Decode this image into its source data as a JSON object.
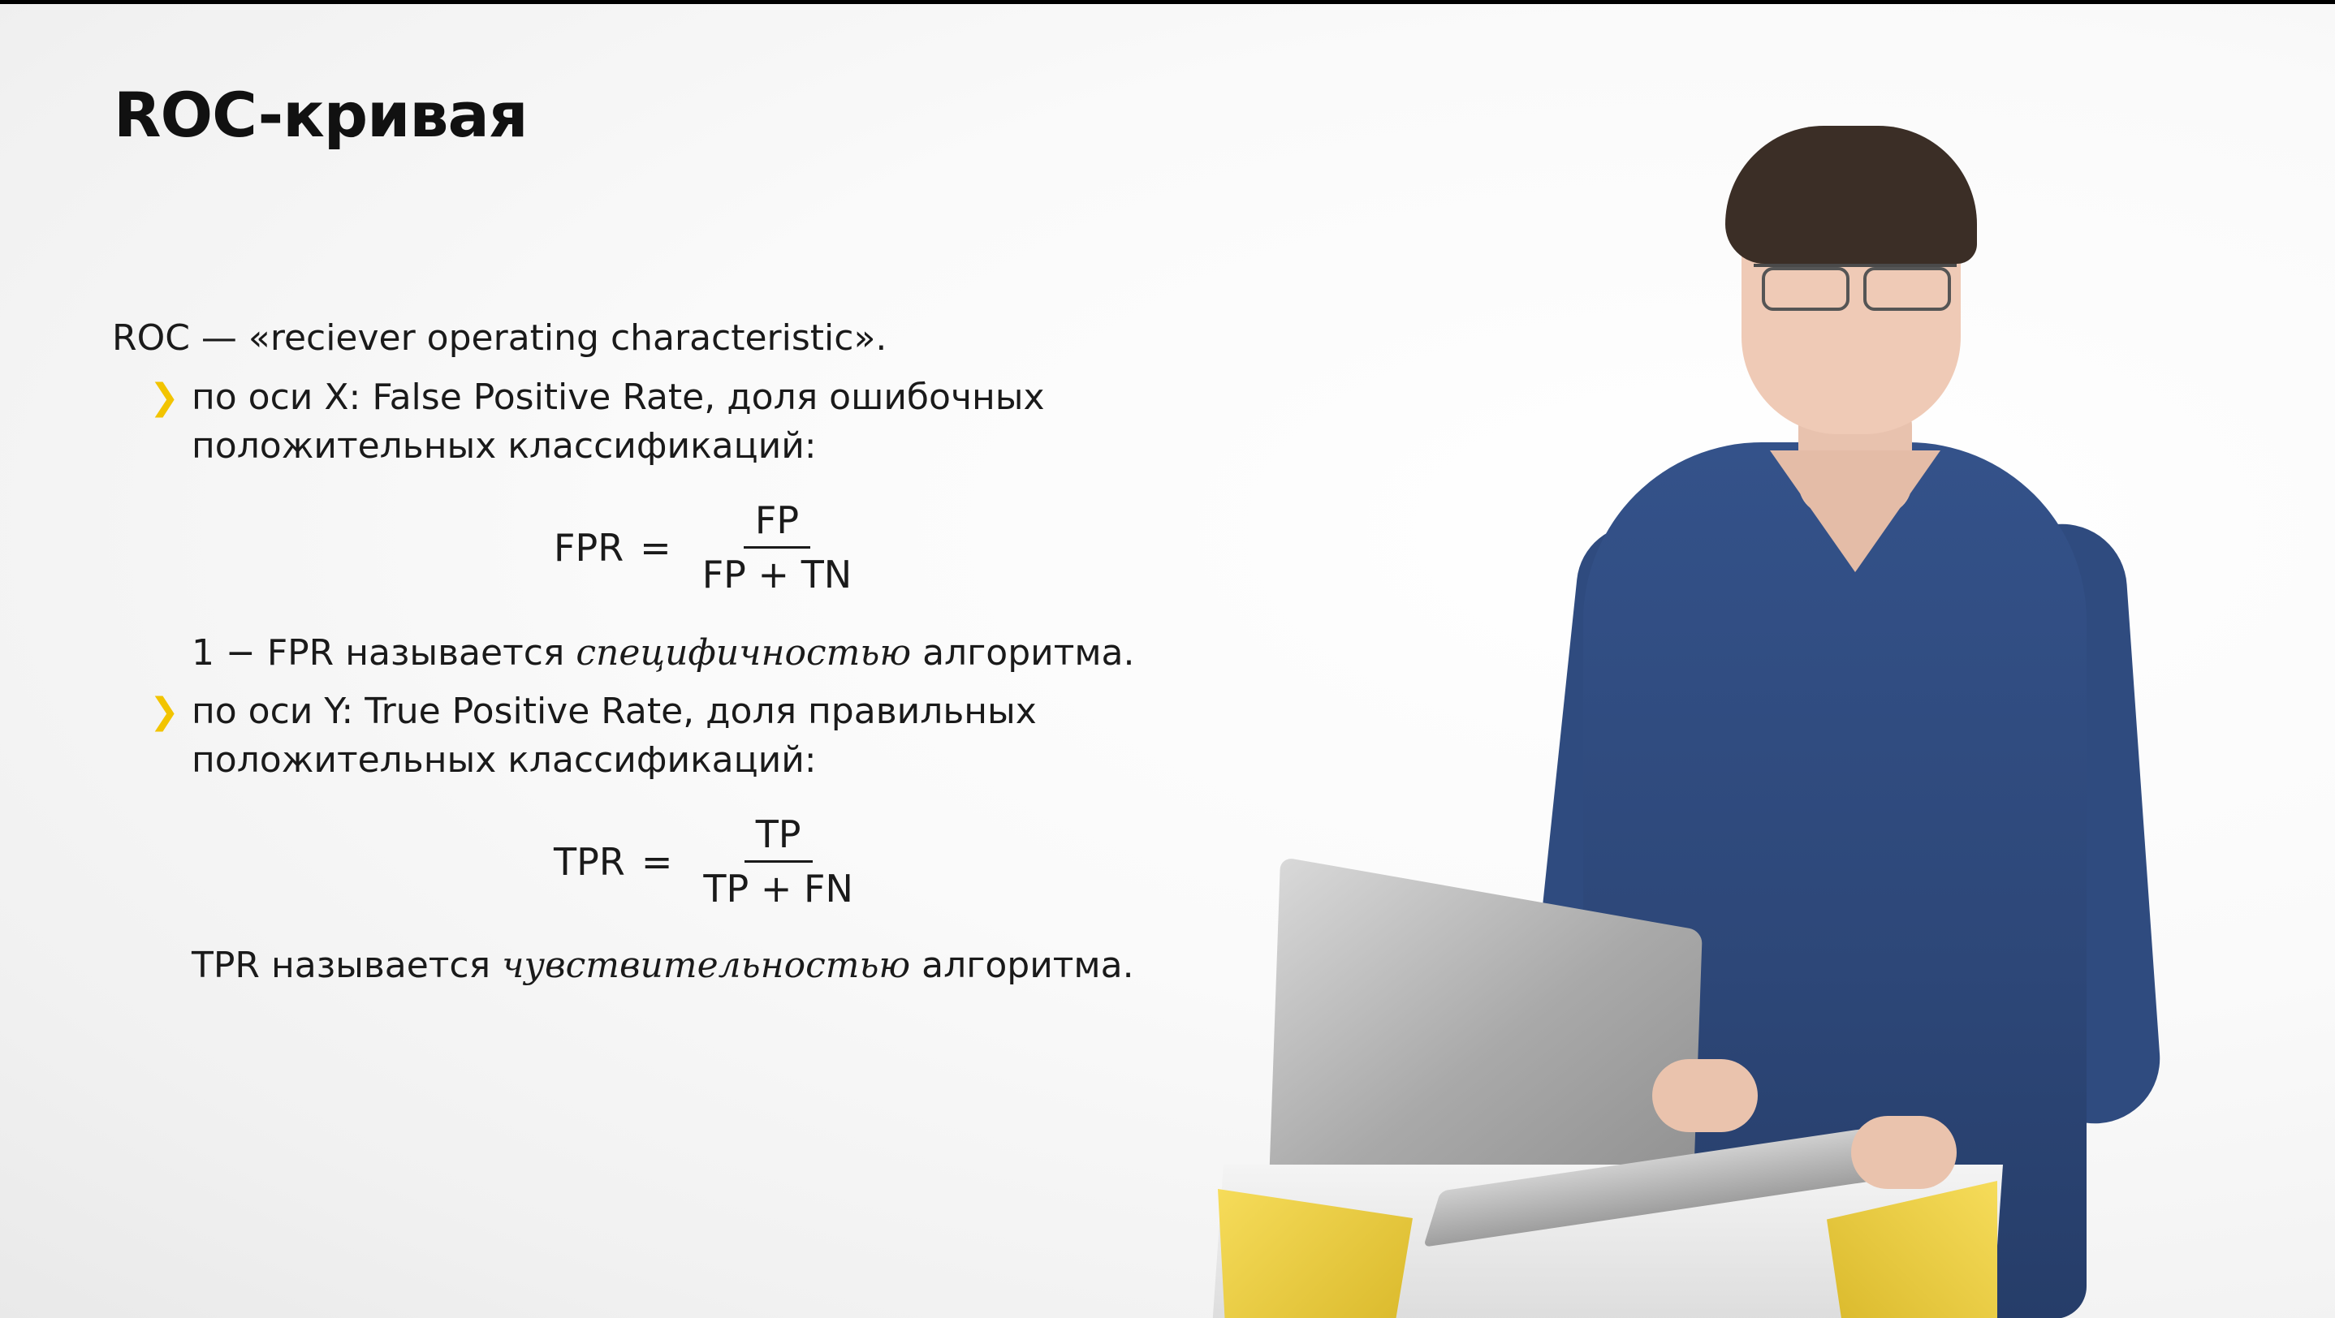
{
  "slide": {
    "title": "ROC-кривая",
    "intro": "ROC — «reciever operating characteristic».",
    "bullets": [
      {
        "marker": "❯",
        "line1": "по оси X: False Positive Rate, доля ошибочных",
        "line2": "положительных классификаций:",
        "formula": {
          "lhs": "FPR",
          "eq": "=",
          "num": "FP",
          "den": "FP + TN"
        },
        "note_prefix": "1 − FPR называется ",
        "note_term": "специфичностью",
        "note_suffix": " алгоритма."
      },
      {
        "marker": "❯",
        "line1": "по оси Y: True Positive Rate, доля правильных",
        "line2": "положительных классификаций:",
        "formula": {
          "lhs": "TPR",
          "eq": "=",
          "num": "TP",
          "den": "TP + FN"
        },
        "note_prefix": "TPR называется ",
        "note_term": "чувствительностью",
        "note_suffix": " алгоритма."
      }
    ]
  },
  "colors": {
    "bullet": "#f2c400",
    "text": "#1a1a1a",
    "sweater": "#2f4b7f",
    "stand_accent": "#e8c63a"
  }
}
